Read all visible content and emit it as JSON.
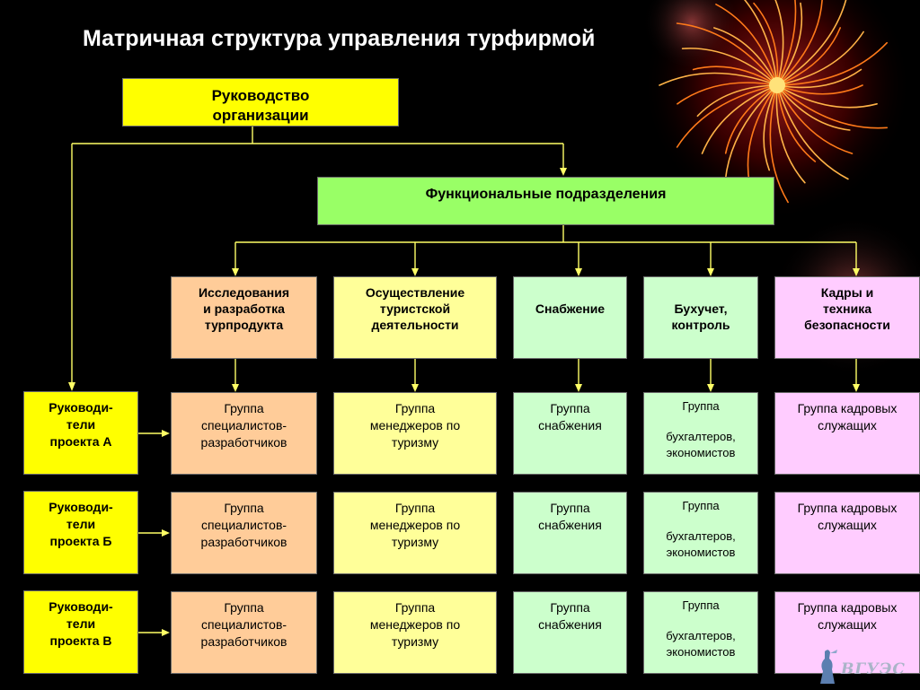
{
  "title": "Матричная структура управления турфирмой",
  "top_box": {
    "line1": "Руководство",
    "line2": "организации"
  },
  "departments_box": "Функциональные подразделения",
  "functional_units": [
    {
      "id": "research",
      "lines": [
        "Исследования",
        "и разработка",
        "турпродукта"
      ]
    },
    {
      "id": "operations",
      "lines": [
        "Осуществление",
        "туристской",
        "деятельности"
      ]
    },
    {
      "id": "supply",
      "lines": [
        "Снабжение"
      ]
    },
    {
      "id": "accounting",
      "lines": [
        "Бухучет,",
        "контроль"
      ]
    },
    {
      "id": "hr",
      "lines": [
        "Кадры и",
        "техника",
        "безопасности"
      ]
    }
  ],
  "project_managers": [
    {
      "lines": [
        "Руководи-",
        "тели",
        "проекта А"
      ]
    },
    {
      "lines": [
        "Руководи-",
        "тели",
        "проекта Б"
      ]
    },
    {
      "lines": [
        "Руководи-",
        "тели",
        "проекта В"
      ]
    }
  ],
  "groups": {
    "research": [
      "Группа",
      "специалистов-",
      "разработчиков"
    ],
    "operations": [
      "Группа",
      "менеджеров по",
      "туризму"
    ],
    "supply": [
      "Группа",
      "снабжения"
    ],
    "accounting": [
      "Группа",
      "бухгалтеров,",
      "экономистов"
    ],
    "hr": [
      "Группа кадровых",
      "служащих"
    ]
  },
  "logo_text": "ВГУЭС",
  "colors": {
    "background": "#000000",
    "title": "#ffffff",
    "top_box": "#ffff00",
    "departments_box": "#99ff66",
    "research": "#ffcc99",
    "operations": "#ffff99",
    "supply": "#ccffcc",
    "accounting": "#ccffcc",
    "hr": "#ffccff",
    "project_managers": "#ffff00",
    "connectors": "#ffff66"
  }
}
